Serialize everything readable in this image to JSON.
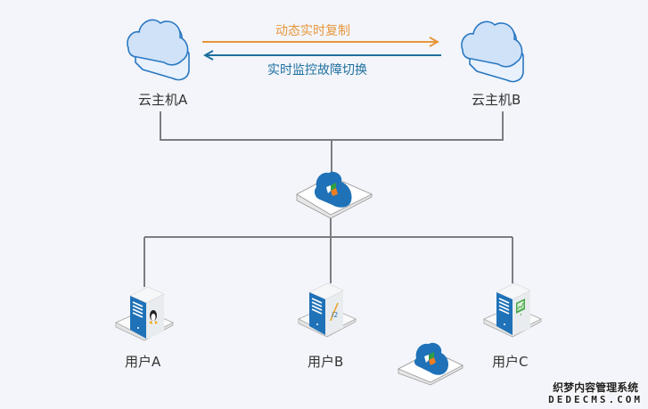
{
  "diagram": {
    "nodes": {
      "cloud_host_a": {
        "label": "云主机A",
        "icon": "cloud-icon"
      },
      "cloud_host_b": {
        "label": "云主机B",
        "icon": "cloud-icon"
      },
      "hub": {
        "icon": "cloud-platform-icon"
      },
      "user_a": {
        "label": "用户A",
        "icon": "linux-server-icon"
      },
      "user_b": {
        "label": "用户B",
        "icon": "server-icon"
      },
      "user_c": {
        "label": "用户C",
        "icon": "monitor-server-icon"
      },
      "extra_platform": {
        "icon": "cloud-platform-icon"
      }
    },
    "arrows": {
      "replication": {
        "label": "动态实时复制",
        "direction": "A-to-B",
        "color": "#e8963c"
      },
      "failover": {
        "label": "实时监控故障切换",
        "direction": "B-to-A",
        "color": "#1f6f9e"
      }
    },
    "colors": {
      "line": "#7a7d82",
      "cloud_fill": "#cfe2f8",
      "cloud_stroke": "#2b78c2",
      "platform_cloud": "#1f72b8",
      "server_front": "#1f72b8"
    }
  },
  "watermark": {
    "line1": "织梦内容管理系统",
    "line2": "DEDECMS.COM"
  }
}
